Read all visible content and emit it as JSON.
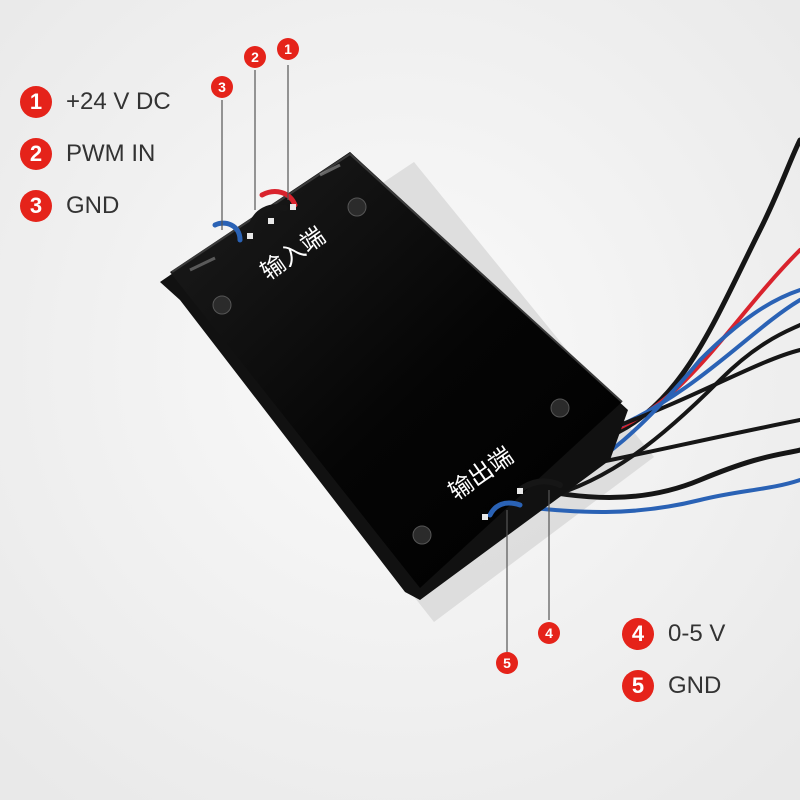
{
  "legend": [
    {
      "num": "1",
      "text": "+24 V DC"
    },
    {
      "num": "2",
      "text": "PWM IN"
    },
    {
      "num": "3",
      "text": "GND"
    },
    {
      "num": "4",
      "text": "0-5 V"
    },
    {
      "num": "5",
      "text": "GND"
    }
  ],
  "module": {
    "input_label": "输入端",
    "output_label": "输出端"
  },
  "pin_markers": [
    "1",
    "2",
    "3",
    "4",
    "5"
  ],
  "colors": {
    "accent": "#e5231a",
    "module_body": "#0b0b0b",
    "wire_red": "#d9232d",
    "wire_blue": "#2a62b5",
    "wire_black": "#161616"
  }
}
